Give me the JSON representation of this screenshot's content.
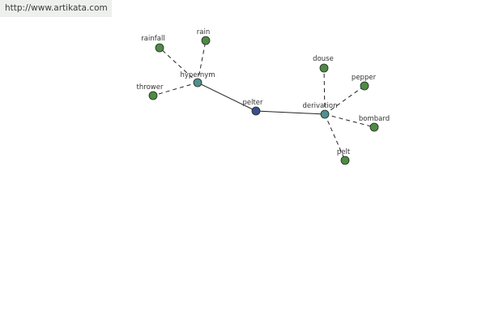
{
  "header": {
    "url": "http://www.artikata.com"
  },
  "colors": {
    "center": "#3b4f8c",
    "relation": "#4f8f8f",
    "word": "#4f8a45"
  },
  "graph": {
    "center": "pelter",
    "relations": [
      "hypernym",
      "derivation"
    ],
    "words": {
      "hypernym": [
        "rainfall",
        "rain",
        "thrower"
      ],
      "derivation": [
        "douse",
        "pepper",
        "bombard",
        "pelt"
      ]
    }
  }
}
